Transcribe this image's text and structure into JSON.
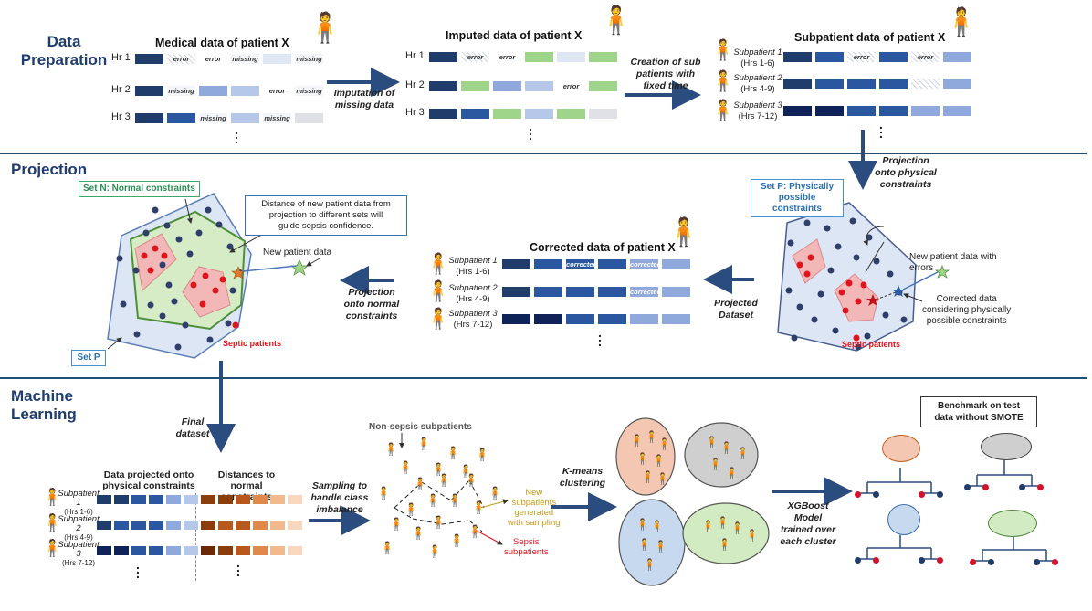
{
  "sections": {
    "data_preparation": "Data\nPreparation",
    "projection": "Projection",
    "machine_learning": "Machine\nLearning"
  },
  "prep": {
    "medical_title": "Medical data of patient X",
    "imputed_title": "Imputed data of patient X",
    "subpatient_title": "Subpatient data of patient X",
    "hours": [
      "Hr 1",
      "Hr 2",
      "Hr 3"
    ],
    "error_word": "error",
    "missing_word": "missing",
    "imputation_label": "Imputation of\nmissing data",
    "creation_label": "Creation of sub\npatients with\nfixed time",
    "projection_physical_label": "Projection\nonto physical\nconstraints"
  },
  "subpatients": [
    {
      "name": "Subpatient 1",
      "hrs": "(Hrs 1-6)"
    },
    {
      "name": "Subpatient 2",
      "hrs": "(Hrs 4-9)"
    },
    {
      "name": "Subpatient 3",
      "hrs": "(Hrs 7-12)"
    }
  ],
  "projection": {
    "set_n": "Set N: Normal constraints",
    "set_p_left": "Set P",
    "set_p_right": "Set P: Physically\npossible constraints",
    "note": "Distance of new patient data from\nprojection to different sets will\nguide sepsis  confidence.",
    "new_patient": "New patient data",
    "new_patient_errors": "New patient data with\nerrors",
    "corrected_note": "Corrected data\nconsidering physically\npossible constraints",
    "septic_patients": "Septic patients",
    "corrected_title": "Corrected data of patient X",
    "corrected_word": "corrected",
    "projected_dataset": "Projected\nDataset",
    "projection_normal": "Projection\nonto normal\nconstraints"
  },
  "ml": {
    "final_dataset": "Final\ndataset",
    "col1_title": "Data projected onto\nphysical constraints",
    "col2_title": "Distances to normal\nconstraints",
    "sampling_label": "Sampling to\nhandle class\nimbalance",
    "non_sepsis": "Non-sepsis subpatients",
    "new_subpatients": "New\nsubpatients\ngenerated\nwith sampling",
    "sepsis_subpatients": "Sepsis\nsubpatients",
    "kmeans": "K-means\nclustering",
    "xgboost": "XGBoost\nModel\ntrained over\neach cluster",
    "benchmark": "Benchmark on test\ndata without SMOTE"
  },
  "colors": {
    "section": "#1f3d6e",
    "navy": "#1f3c6b",
    "green": "#9fd58a",
    "red": "#e0141e",
    "gold": "#d4a017"
  }
}
